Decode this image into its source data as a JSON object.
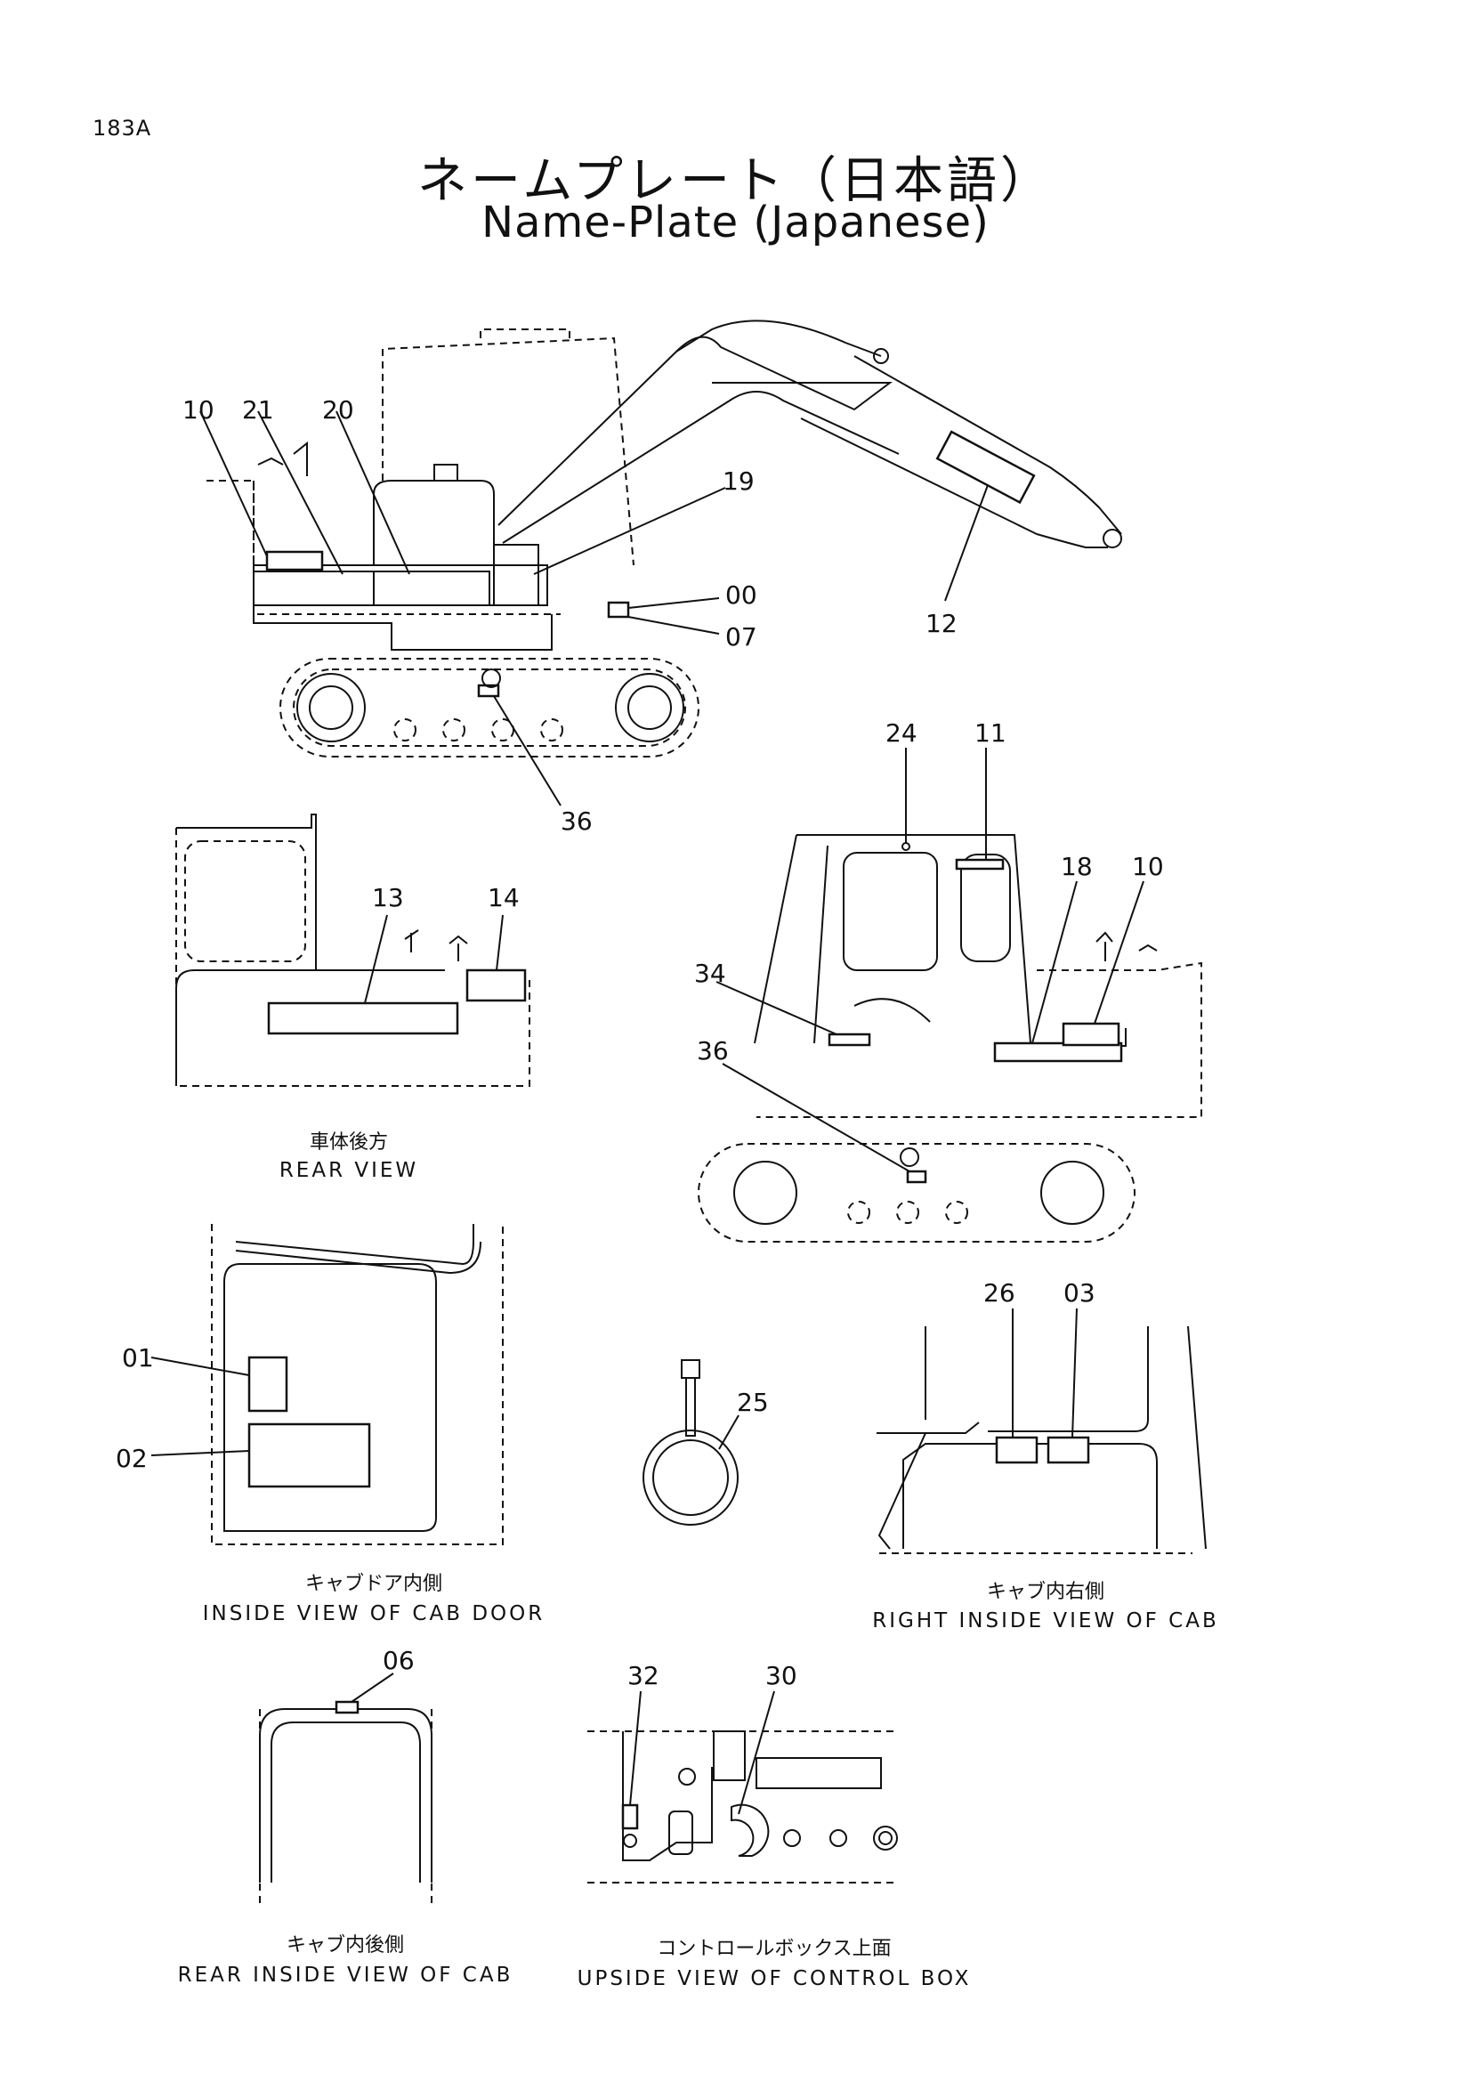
{
  "header": {
    "page_code": "183A",
    "title_jp": "ネームプレート（日本語）",
    "title_en": "Name-Plate (Japanese)"
  },
  "views": {
    "rear": {
      "caption_jp": "車体後方",
      "caption_en": "REAR VIEW"
    },
    "cab_door": {
      "caption_jp": "キャブドア内側",
      "caption_en": "INSIDE VIEW OF CAB DOOR"
    },
    "cab_right": {
      "caption_jp": "キャブ内右側",
      "caption_en": "RIGHT INSIDE VIEW OF CAB"
    },
    "cab_rear": {
      "caption_jp": "キャブ内後側",
      "caption_en": "REAR INSIDE VIEW OF CAB"
    },
    "control_box": {
      "caption_jp": "コントロールボックス上面",
      "caption_en": "UPSIDE VIEW OF CONTROL BOX"
    }
  },
  "callouts": {
    "side_10": "10",
    "side_21": "21",
    "side_20": "20",
    "side_19": "19",
    "side_00": "00",
    "side_07": "07",
    "side_12": "12",
    "side_36": "36",
    "rear_13": "13",
    "rear_14": "14",
    "cab_24": "24",
    "cab_11": "11",
    "cab_18": "18",
    "cab_10": "10",
    "cab_34": "34",
    "cab_36": "36",
    "door_01": "01",
    "door_02": "02",
    "key_25": "25",
    "right_26": "26",
    "right_03": "03",
    "back_06": "06",
    "box_32": "32",
    "box_30": "30"
  }
}
